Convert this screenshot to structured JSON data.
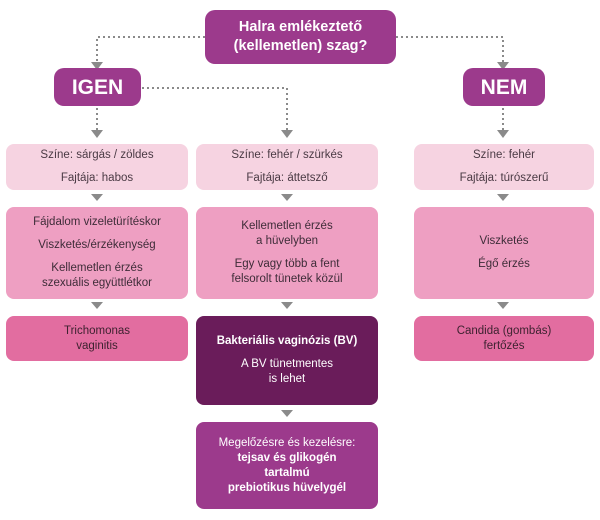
{
  "question": [
    "Halra emlékeztető",
    "(kellemetlen) szag?"
  ],
  "yes_label": "IGEN",
  "no_label": "NEM",
  "col1": {
    "props": [
      "Színe: sárgás / zöldes",
      "Fajtája: habos"
    ],
    "symptoms": [
      "Fájdalom vizeletürítéskor",
      "Viszketés/érzékenység",
      "Kellemetlen érzés",
      "szexuális együttlétkor"
    ],
    "diagnosis": [
      "Trichomonas",
      "vaginitis"
    ]
  },
  "col2": {
    "props": [
      "Színe: fehér / szürkés",
      "Fajtája: áttetsző"
    ],
    "symptoms": [
      "Kellemetlen érzés",
      "a hüvelyben",
      "Egy vagy több a fent",
      "felsorolt tünetek közül"
    ],
    "diagnosis_title": "Bakteriális vaginózis (BV)",
    "diagnosis_note": [
      "A BV tünetmentes",
      "is lehet"
    ],
    "treatment": [
      "Megelőzésre és kezelésre:",
      "tejsav és glikogén",
      "tartalmú",
      "prebiotikus hüvelygél"
    ]
  },
  "col3": {
    "props": [
      "Színe: fehér",
      "Fajtája: túrószerű"
    ],
    "symptoms": [
      "Viszketés",
      "Égő érzés"
    ],
    "diagnosis": [
      "Candida (gombás)",
      "fertőzés"
    ]
  },
  "colors": {
    "question_bg": "#9c3a8c",
    "light_box": "#f6d3e1",
    "mid_box": "#ee9fc2",
    "strong_box": "#e26da0",
    "dark_box": "#6a1c5a",
    "connector": "#8a8a8a"
  }
}
